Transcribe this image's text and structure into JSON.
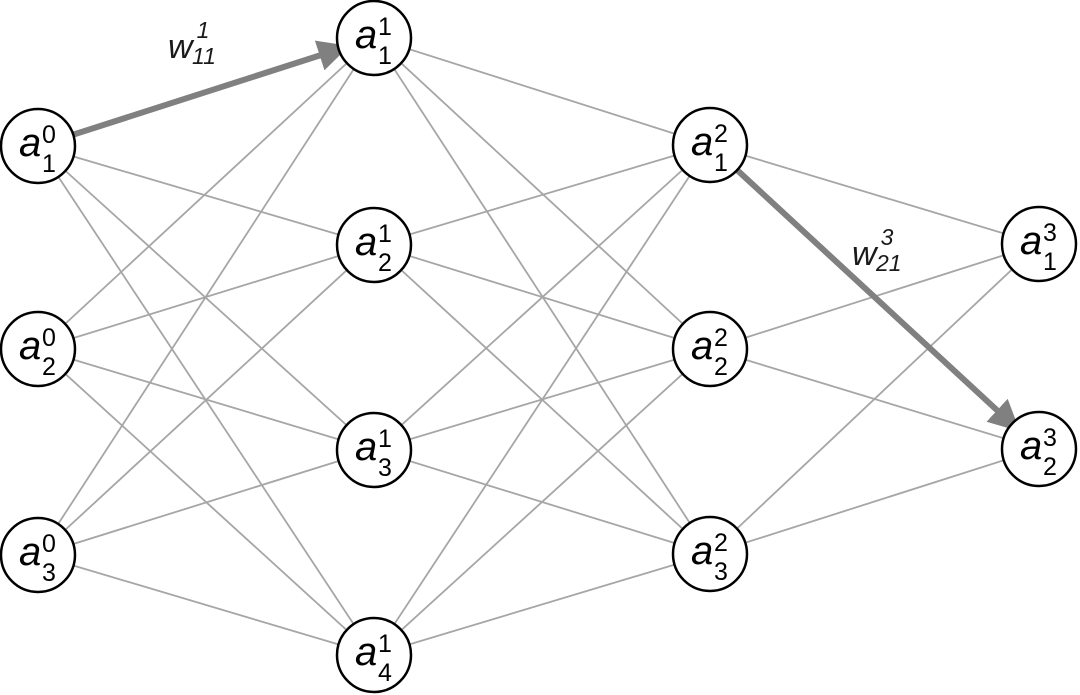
{
  "diagram": {
    "title": "Fully connected neural network",
    "colors": {
      "edge": "#a6a6a6",
      "highlight": "#808080",
      "node_stroke": "#000000",
      "node_fill": "#ffffff"
    },
    "layers": [
      {
        "index": 0,
        "nodes": [
          {
            "base": "a",
            "sup": "0",
            "sub": "1"
          },
          {
            "base": "a",
            "sup": "0",
            "sub": "2"
          },
          {
            "base": "a",
            "sup": "0",
            "sub": "3"
          }
        ]
      },
      {
        "index": 1,
        "nodes": [
          {
            "base": "a",
            "sup": "1",
            "sub": "1"
          },
          {
            "base": "a",
            "sup": "1",
            "sub": "2"
          },
          {
            "base": "a",
            "sup": "1",
            "sub": "3"
          },
          {
            "base": "a",
            "sup": "1",
            "sub": "4"
          }
        ]
      },
      {
        "index": 2,
        "nodes": [
          {
            "base": "a",
            "sup": "2",
            "sub": "1"
          },
          {
            "base": "a",
            "sup": "2",
            "sub": "2"
          },
          {
            "base": "a",
            "sup": "2",
            "sub": "3"
          }
        ]
      },
      {
        "index": 3,
        "nodes": [
          {
            "base": "a",
            "sup": "3",
            "sub": "1"
          },
          {
            "base": "a",
            "sup": "3",
            "sub": "2"
          }
        ]
      }
    ],
    "connectivity": "fully-connected-adjacent-layers",
    "highlighted_weights": [
      {
        "from": {
          "layer": 0,
          "node": 1
        },
        "to": {
          "layer": 1,
          "node": 1
        },
        "label": {
          "base": "w",
          "sup": "1",
          "sub": "11"
        }
      },
      {
        "from": {
          "layer": 2,
          "node": 1
        },
        "to": {
          "layer": 3,
          "node": 2
        },
        "label": {
          "base": "w",
          "sup": "3",
          "sub": "21"
        }
      }
    ]
  }
}
